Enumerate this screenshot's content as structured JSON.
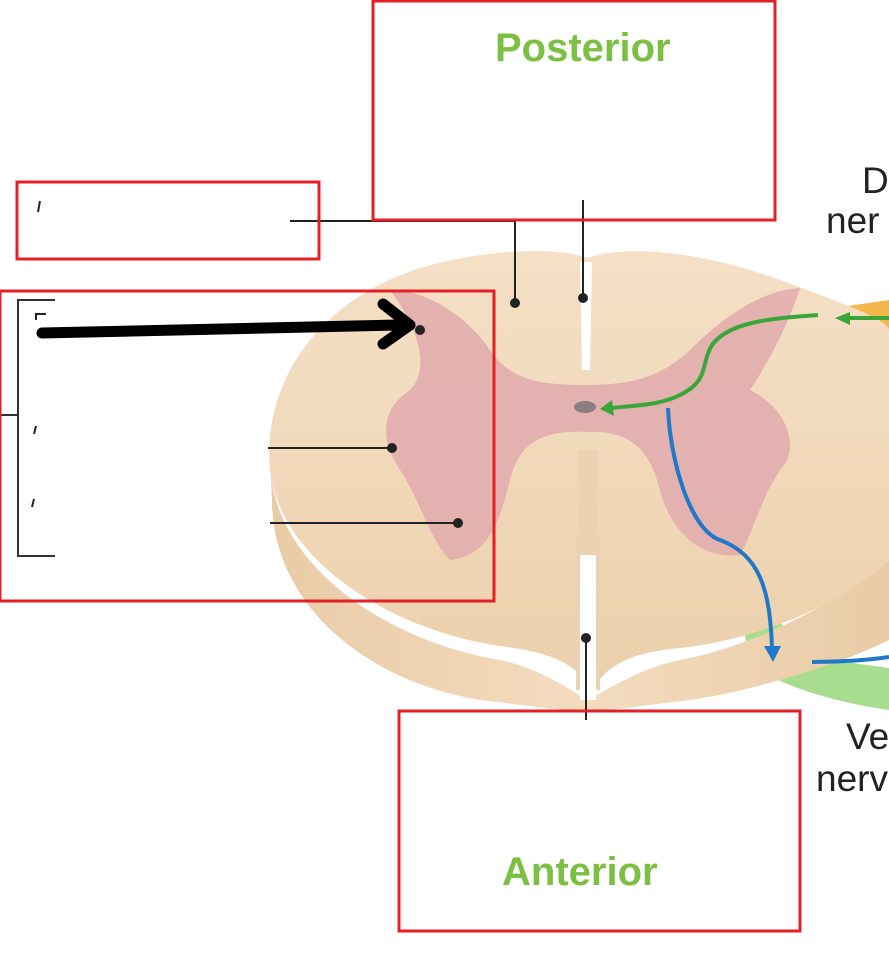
{
  "labels": {
    "posterior": "Posterior",
    "anterior": "Anterior",
    "dorsal_fragment_1": "D",
    "dorsal_fragment_2": "ner",
    "ventral_fragment_1": "Ve",
    "ventral_fragment_2": "nerv"
  },
  "colors": {
    "label_box_border": "#e41f26",
    "heading_text": "#7cc043",
    "cord_tan": "#f2d9bb",
    "gray_matter_pink": "#e2aeae",
    "sensory_arrow_green": "#3aa63a",
    "motor_arrow_blue": "#1f78c8",
    "ventral_root_green": "#a8dc8e",
    "dorsal_root_orange": "#f4b84a"
  }
}
